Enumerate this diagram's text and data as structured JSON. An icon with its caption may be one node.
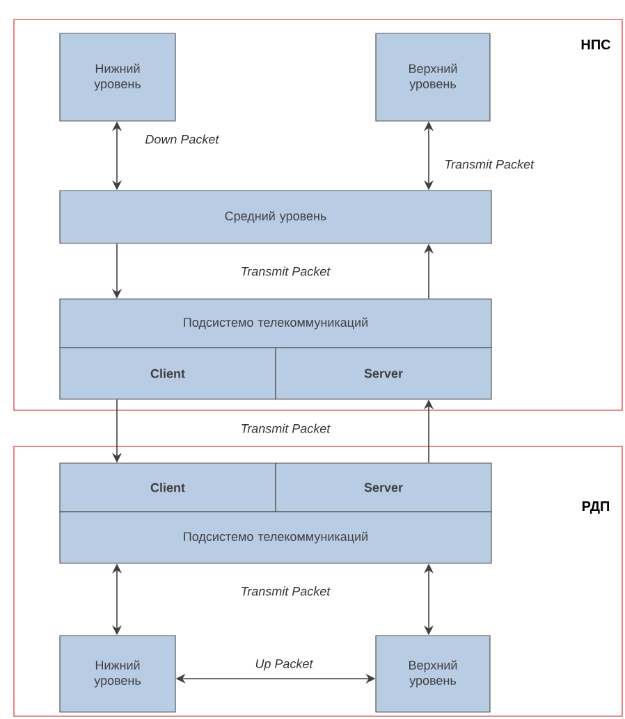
{
  "diagram": {
    "nodes": [
      {
        "text": [
          "НПС"
        ]
      },
      {
        "text": [
          "Нижний уровень"
        ],
        "in": 0
      },
      {
        "text": [
          "Верхний уровень"
        ],
        "in": 0
      },
      {
        "text": [
          "Средний уровень"
        ],
        "in": 0
      },
      {
        "text": [
          "Подсистемо телекоммуникаций"
        ],
        "in": 0
      },
      {
        "text": [
          "Client"
        ],
        "in": 0
      },
      {
        "text": [
          "Server"
        ],
        "in": 0
      },
      {
        "text": [
          "РДП"
        ]
      },
      {
        "text": [
          "Client"
        ],
        "in": 7
      },
      {
        "text": [
          "Server"
        ],
        "in": 7
      },
      {
        "text": [
          "Подсистемо телекоммуникаций"
        ],
        "in": 7
      },
      {
        "text": [
          "Нижний уровень"
        ],
        "in": 7
      },
      {
        "text": [
          "Верхний уровень"
        ],
        "in": 7
      }
    ],
    "edges": [
      {
        "from": 1,
        "to": 3,
        "arrow": "both",
        "label": "Down Packet"
      },
      {
        "from": 2,
        "to": 3,
        "arrow": "both",
        "label": "Transmit Packet"
      },
      {
        "from": 3,
        "to": 4,
        "arrow": "to"
      },
      {
        "from": 4,
        "to": 3,
        "arrow": "to"
      },
      {
        "from": 5,
        "to": 8,
        "arrow": "to"
      },
      {
        "from": 9,
        "to": 6,
        "arrow": "to"
      },
      {
        "from": 10,
        "to": 11,
        "arrow": "both"
      },
      {
        "from": 10,
        "to": 12,
        "arrow": "both"
      },
      {
        "from": 11,
        "to": 12,
        "arrow": "both",
        "label": "Up Packet"
      }
    ],
    "labels": [
      "Transmit Packet",
      "Transmit Packet",
      "Transmit Packet"
    ]
  }
}
